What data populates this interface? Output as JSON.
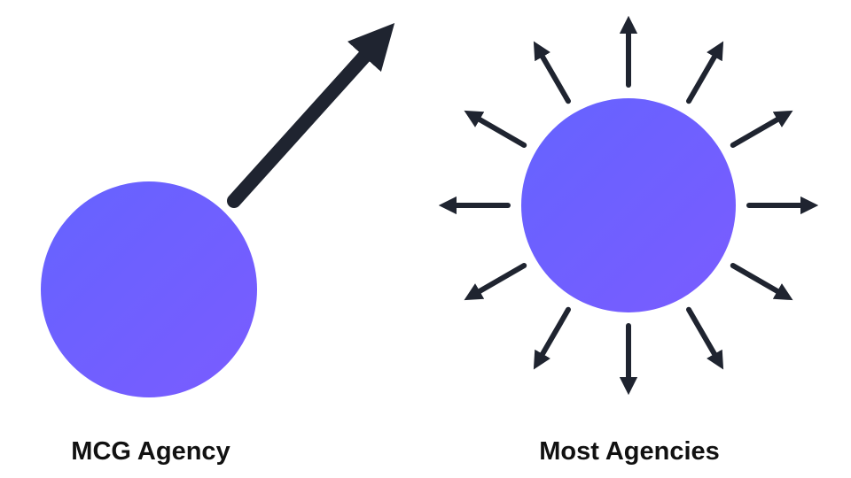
{
  "left": {
    "label": "MCG Agency"
  },
  "right": {
    "label": "Most Agencies"
  },
  "colors": {
    "circle_start": "#6563ff",
    "circle_end": "#7a5cff",
    "arrow": "#1f2430"
  },
  "right_arrow_count": 12
}
